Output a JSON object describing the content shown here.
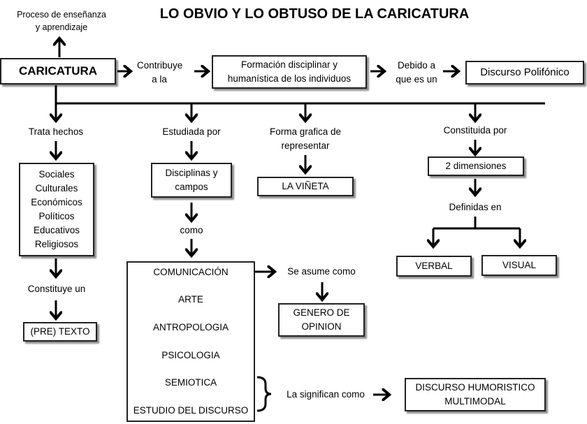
{
  "title": "LO OBVIO Y LO OBTUSO DE LA CARICATURA",
  "nodes": {
    "proceso": [
      "Proceso de enseñanza",
      "y aprendizaje"
    ],
    "caricatura": "CARICATURA",
    "contribuye": [
      "Contribuye",
      "a la"
    ],
    "formacion": [
      "Formación disciplinar y",
      "humanística de los individuos"
    ],
    "debido": [
      "Debido a",
      "que es un"
    ],
    "discurso_polifonico": "Discurso Polifónico",
    "trata_hechos": "Trata hechos",
    "hechos_lista": [
      "Sociales",
      "Culturales",
      "Económicos",
      "Políticos",
      "Educativos",
      "Religiosos"
    ],
    "constituye": "Constituye un",
    "pre_texto": "(PRE) TEXTO",
    "estudiada_por": "Estudiada por",
    "disciplinas": [
      "Disciplinas y",
      "campos"
    ],
    "como": "como",
    "campos_lista": [
      "COMUNICACIÓN",
      "ARTE",
      "ANTROPOLOGIA",
      "PSICOLOGIA",
      "SEMIOTICA",
      "ESTUDIO DEL DISCURSO"
    ],
    "se_asume": "Se asume como",
    "genero": [
      "GENERO DE",
      "OPINION"
    ],
    "la_significan": "La significan como",
    "discurso_humoristico": [
      "DISCURSO HUMORISTICO",
      "MULTIMODAL"
    ],
    "forma_grafica": [
      "Forma grafica de",
      "representar"
    ],
    "vineta": "LA VIÑETA",
    "constituida": "Constituida por",
    "dimensiones": "2 dimensiones",
    "definidas": "Definidas en",
    "verbal": "VERBAL",
    "visual": "VISUAL"
  }
}
